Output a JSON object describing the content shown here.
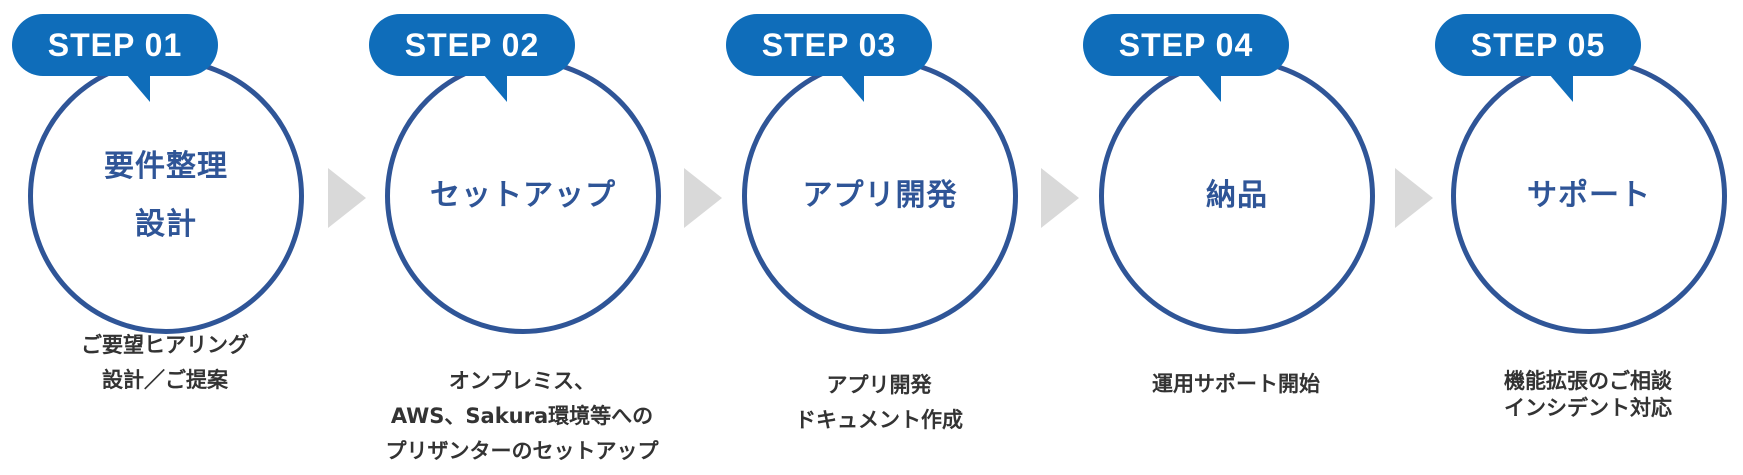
{
  "steps": [
    {
      "badge": "STEP 01",
      "title_lines": [
        "要件整理",
        "設計"
      ],
      "desc_lines": [
        "ご要望ヒアリング",
        "設計／ご提案"
      ]
    },
    {
      "badge": "STEP 02",
      "title_lines": [
        "セットアップ"
      ],
      "desc_lines": [
        "オンプレミス、",
        "AWS、Sakura環境等への",
        "プリザンターのセットアップ"
      ]
    },
    {
      "badge": "STEP 03",
      "title_lines": [
        "アプリ開発"
      ],
      "desc_lines": [
        "アプリ開発",
        "ドキュメント作成"
      ]
    },
    {
      "badge": "STEP 04",
      "title_lines": [
        "納品"
      ],
      "desc_lines": [
        "運用サポート開始"
      ]
    },
    {
      "badge": "STEP 05",
      "title_lines": [
        "サポート"
      ],
      "desc_lines": [
        "機能拡張のご相談",
        "インシデント対応"
      ]
    }
  ],
  "colors": {
    "badge": "#0f6dba",
    "circle_border": "#2f5597",
    "title_text": "#2f5597",
    "desc_text": "#333333",
    "arrow": "#d9d9d9"
  }
}
